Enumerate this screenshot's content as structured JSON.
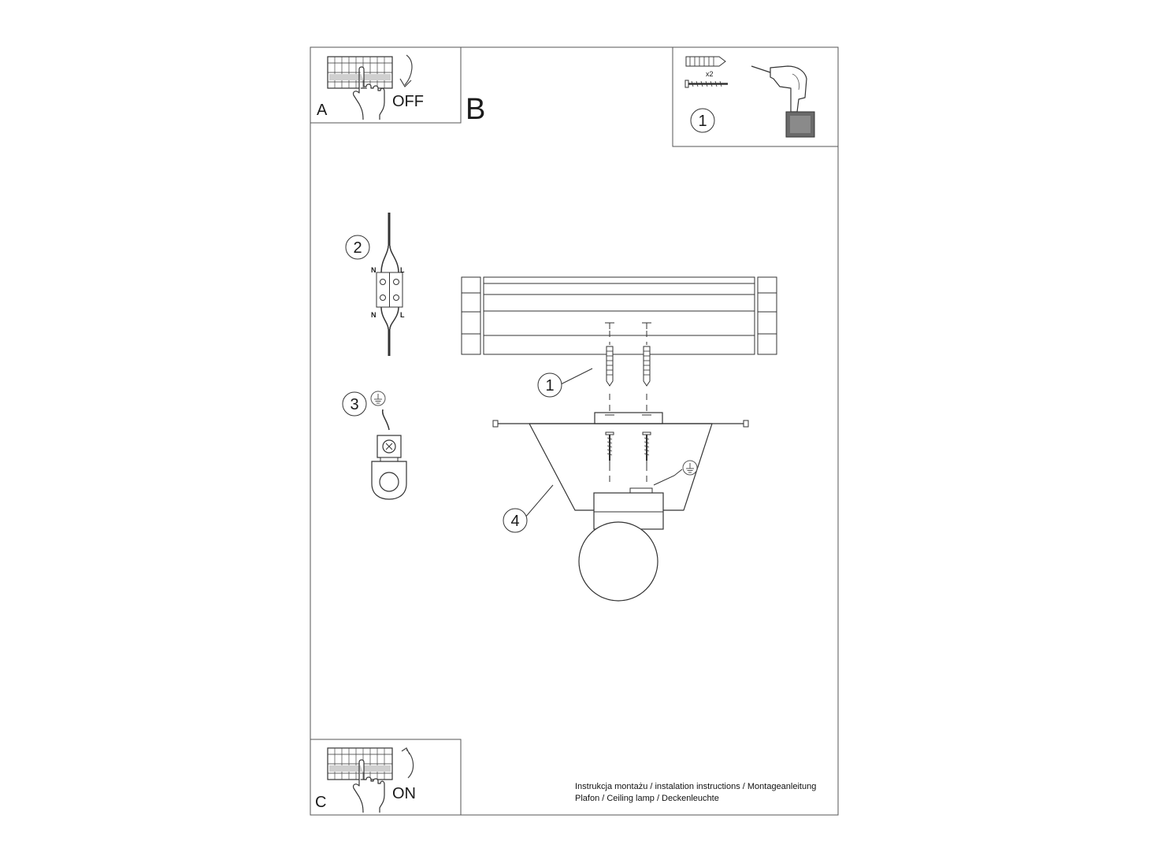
{
  "panels": {
    "a": {
      "letter": "A",
      "switch_label": "OFF"
    },
    "b": {
      "letter": "B"
    },
    "c": {
      "letter": "C",
      "switch_label": "ON"
    }
  },
  "tools": {
    "step": "1",
    "dowel_count": "x2"
  },
  "steps": {
    "wiring": {
      "number": "2",
      "neutral": "N",
      "live": "L"
    },
    "ground": {
      "number": "3"
    },
    "mount_callout": "1",
    "shade_callout": "4"
  },
  "footer": {
    "line1": "Instrukcja montażu / instalation instructions / Montageanleitung",
    "line2": "Plafon / Ceiling lamp / Deckenleuchte"
  }
}
